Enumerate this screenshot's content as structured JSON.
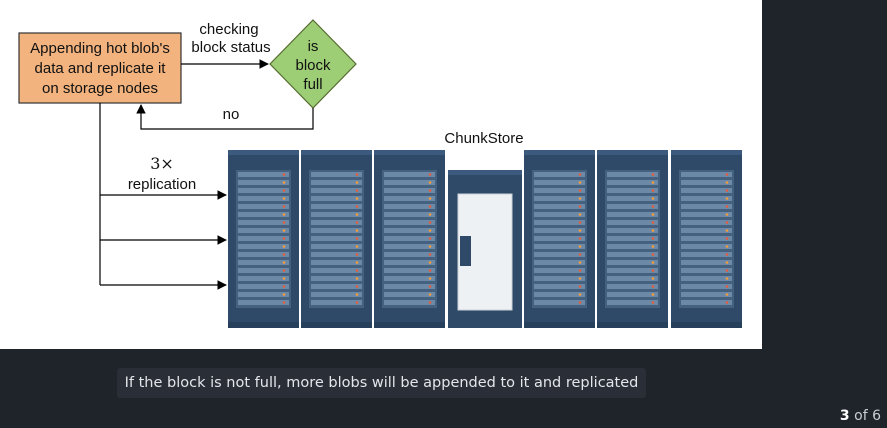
{
  "diagram": {
    "process_box": {
      "lines": [
        "Appending hot blob's",
        "data and replicate it",
        "on storage nodes"
      ],
      "fill": "#f2b37f",
      "stroke": "#333333"
    },
    "decision": {
      "lines": [
        "is",
        "block",
        "full"
      ],
      "fill": "#9dcd75",
      "stroke": "#556b2f"
    },
    "edge_check": [
      "checking",
      "block status"
    ],
    "edge_no": "no",
    "replication_factor": "3×",
    "replication_label": "replication",
    "chunkstore_label": "ChunkStore",
    "rack_color": "#2f4a68"
  },
  "caption": "If the block is not full, more blobs will be appended to it and replicated",
  "pager": {
    "current": "3",
    "separator": "of",
    "total": "6"
  }
}
